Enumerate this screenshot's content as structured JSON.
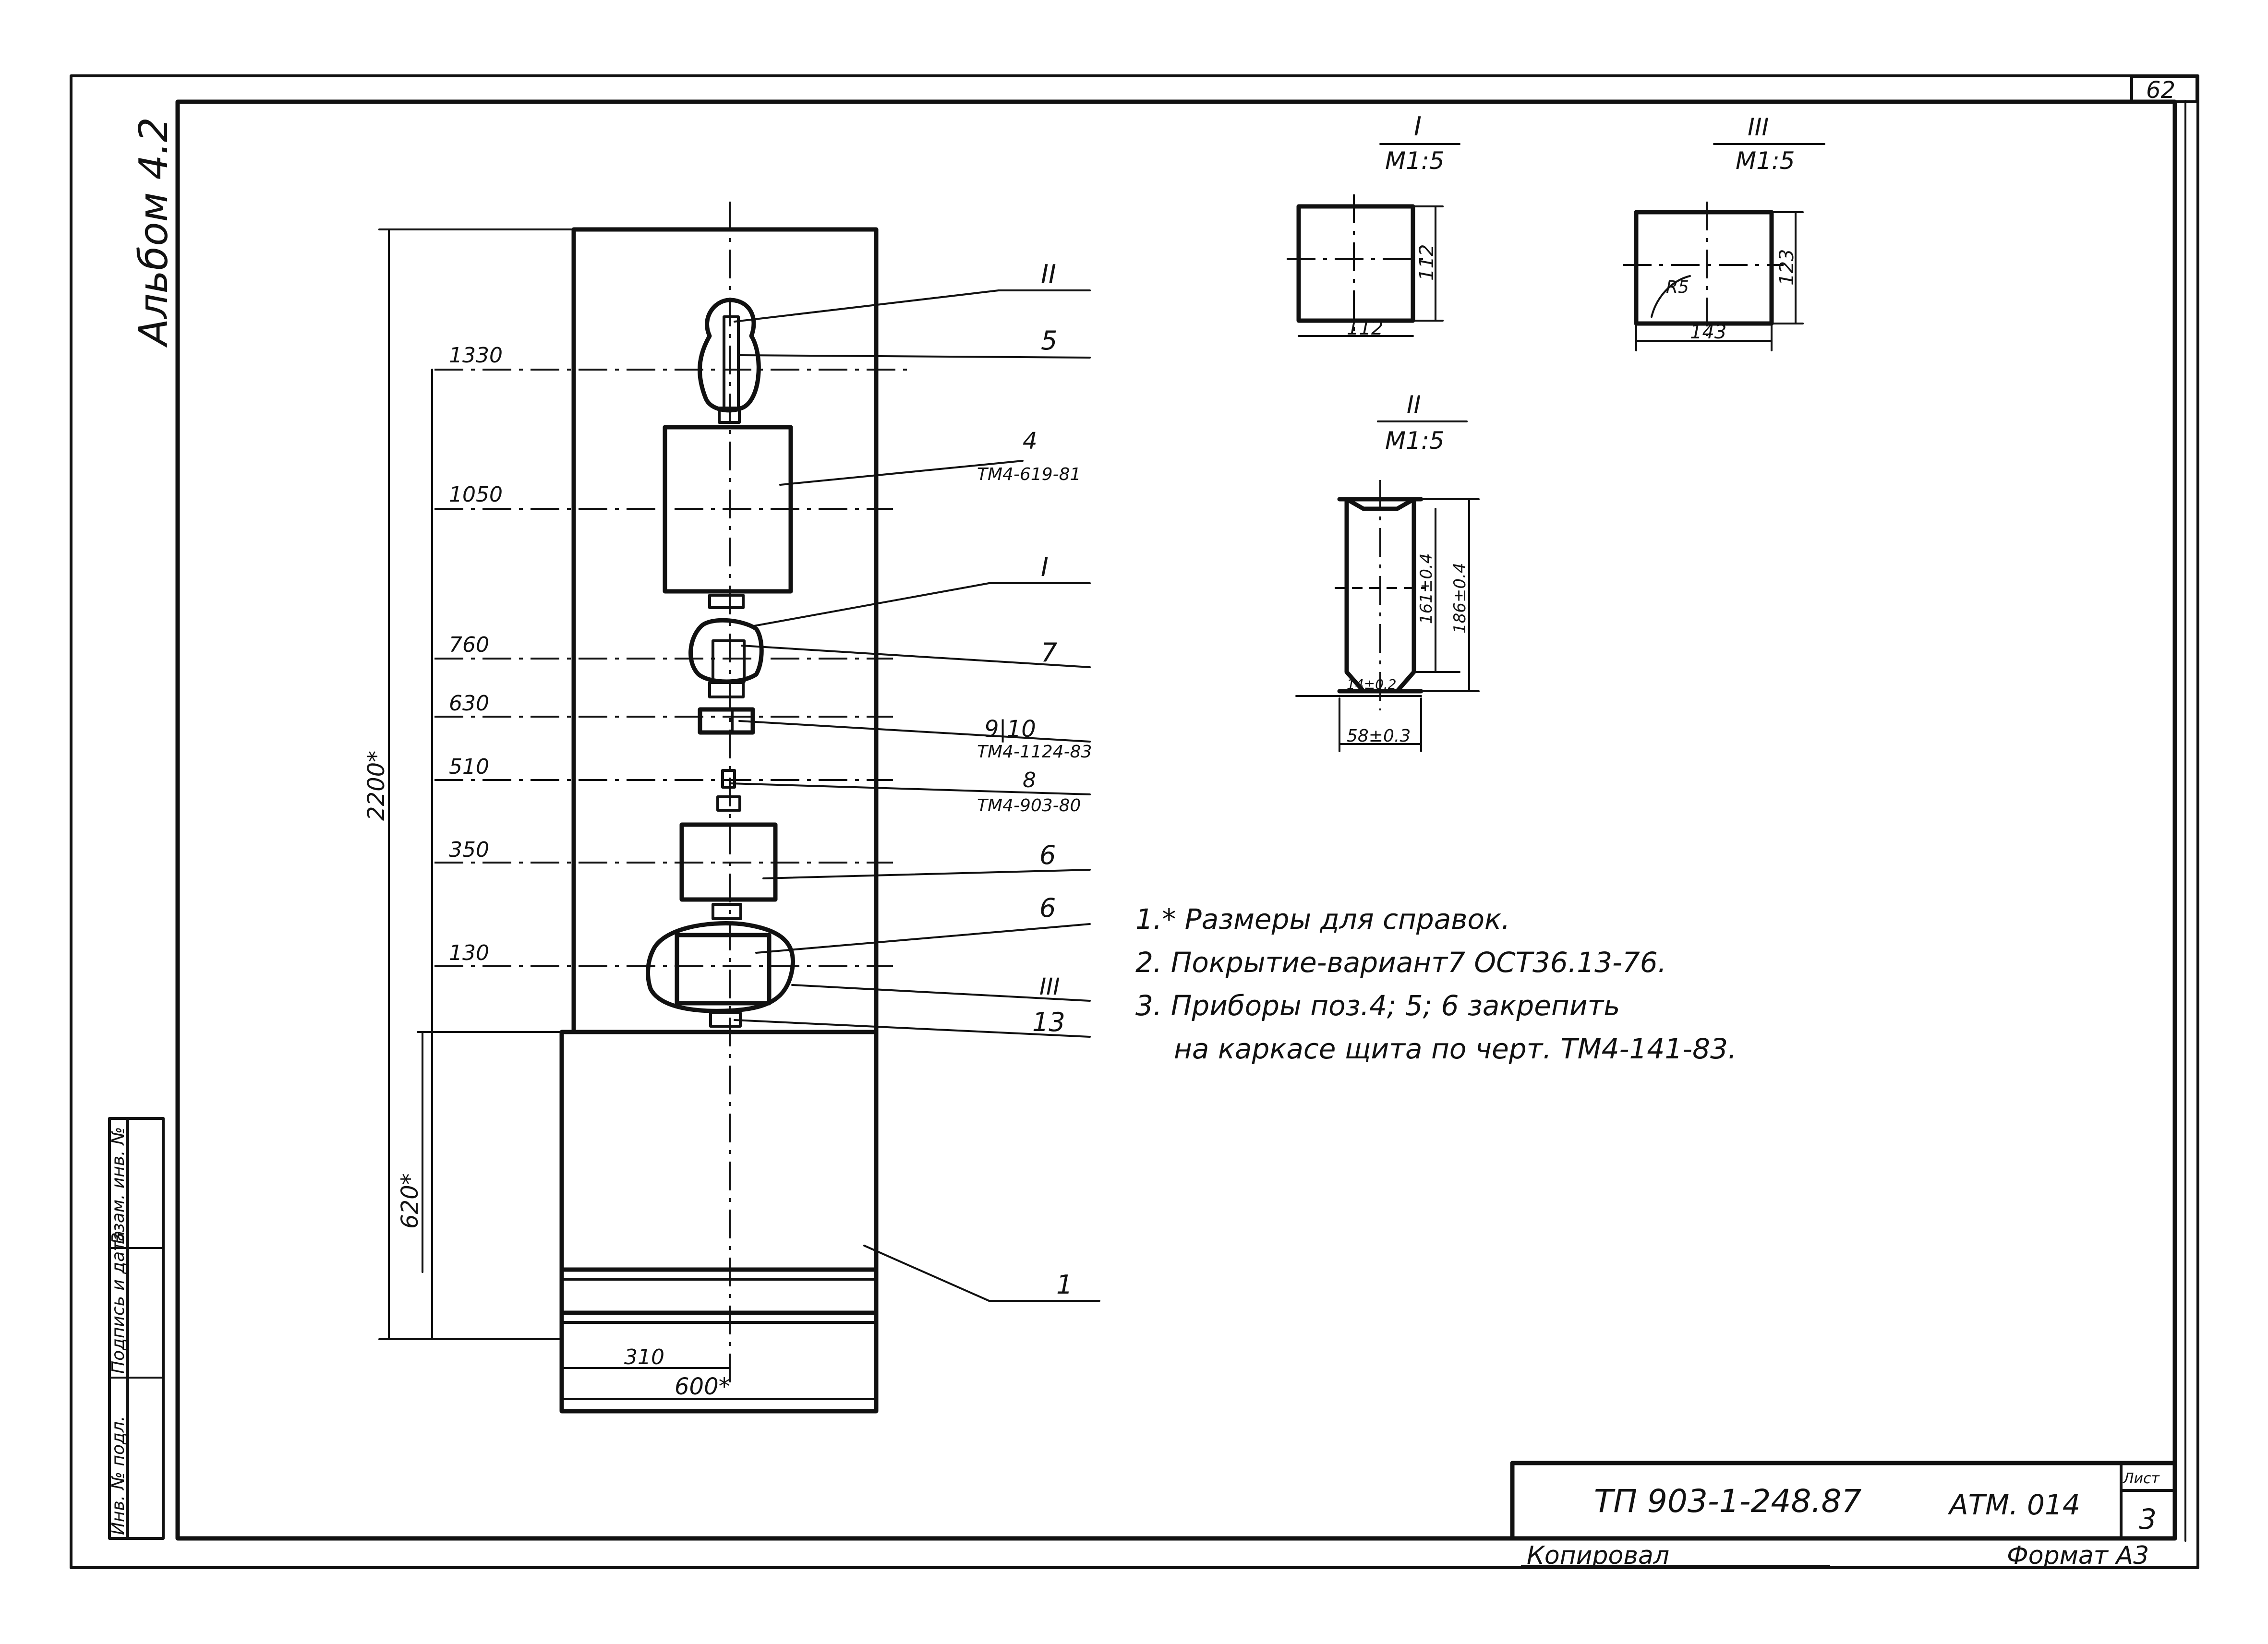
{
  "album_label": "Альбом 4.2",
  "sheet_corner_number": "62",
  "front_view": {
    "height_dims": [
      "1330",
      "1050",
      "760",
      "630",
      "510",
      "350",
      "130"
    ],
    "overall_height": "2200*",
    "lower_height": "620*",
    "width_half": "310",
    "width_full": "600*"
  },
  "callouts": {
    "II": "II",
    "p5": "5",
    "p4": "4",
    "p4_ref": "ТМ4-619-81",
    "I": "I",
    "p7": "7",
    "p9_10": "9|10",
    "p9_10_ref": "ТМ4-1124-83",
    "p8": "8",
    "p8_ref": "ТМ4-903-80",
    "p6a": "6",
    "p6b": "6",
    "III": "III",
    "p13": "13",
    "p1": "1"
  },
  "detail_I": {
    "title": "I",
    "scale": "М1:5",
    "width": "112",
    "height": "112"
  },
  "detail_III": {
    "title": "III",
    "scale": "М1:5",
    "width": "143",
    "height": "123",
    "radius": "R5"
  },
  "detail_II": {
    "title": "II",
    "scale": "М1:5",
    "inner_height": "161±0.4",
    "outer_height": "186±0.4",
    "bottom_dim": "14±0.2",
    "width": "58±0.3"
  },
  "notes": [
    "1.* Размеры для справок.",
    "2. Покрытие-вариант7 ОСТ36.13-76.",
    "3. Приборы поз.4; 5; 6 закрепить",
    "на каркасе щита по черт. ТМ4-141-83."
  ],
  "side_stamp": [
    "Инв. № подл.",
    "Подпись и дата",
    "Взам. инв. №"
  ],
  "title_block": {
    "doc_number": "ТП 903-1-248.87",
    "code": "АТМ. 014",
    "sheet_label": "Лист",
    "sheet_number": "3",
    "copied_by": "Копировал",
    "format": "Формат А3"
  }
}
